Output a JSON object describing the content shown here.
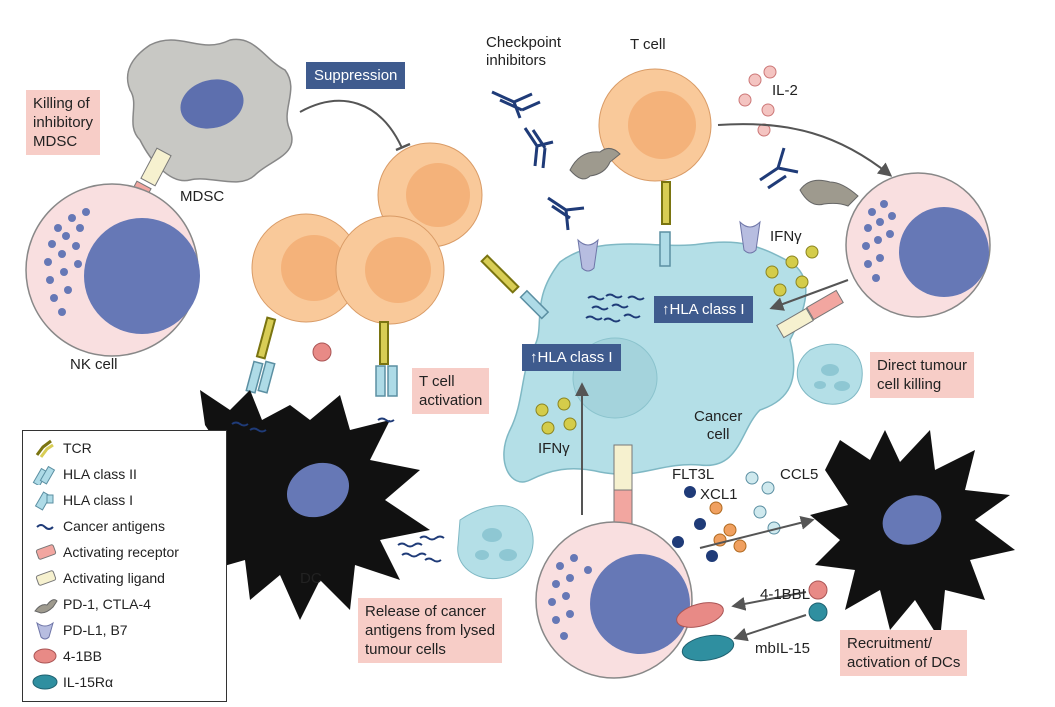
{
  "colors": {
    "cell_peach": "#f9c99a",
    "cell_core": "#f4b27a",
    "nk_bg": "#f9dfe0",
    "nk_nucleus": "#6678b6",
    "cancer_cyan": "#b4dfe7",
    "navy": "#3f5b8e",
    "pink_box": "#f7cdc7",
    "dark_blue": "#1f3b78",
    "dc_black": "#111111",
    "mdsc_gray": "#c8c8c4"
  },
  "labels": {
    "checkpoint": "Checkpoint\ninhibitors",
    "t_cell": "T cell",
    "il2": "IL-2",
    "mdsc": "MDSC",
    "nk_cell": "NK cell",
    "dc": "DC",
    "cancer_cell": "Cancer\ncell",
    "ifng_top": "IFNγ",
    "ifng_bottom": "IFNγ",
    "flt3l": "FLT3L",
    "xcl1": "XCL1",
    "ccl5": "CCL5",
    "l41bbl": "4-1BBL",
    "mbil15": "mbIL-15"
  },
  "boxes": {
    "killing": "Killing of\ninhibitory\nMDSC",
    "suppression": "Suppression",
    "t_activation": "T cell\nactivation",
    "hla_right": "↑HLA class I",
    "hla_left": "↑HLA class I",
    "direct_killing": "Direct tumour\ncell killing",
    "release": "Release of cancer\nantigens from lysed\ntumour cells",
    "recruitment": "Recruitment/\nactivation of DCs"
  },
  "legend": [
    {
      "icon": "tcr-icon",
      "label": "TCR"
    },
    {
      "icon": "hla-class-ii-icon",
      "label": "HLA class II"
    },
    {
      "icon": "hla-class-i-icon",
      "label": "HLA class I"
    },
    {
      "icon": "cancer-antigen-icon",
      "label": "Cancer antigens"
    },
    {
      "icon": "activating-receptor-icon",
      "label": "Activating receptor"
    },
    {
      "icon": "activating-ligand-icon",
      "label": "Activating ligand"
    },
    {
      "icon": "pd1-ctla4-icon",
      "label": "PD-1, CTLA-4"
    },
    {
      "icon": "pdl1-b7-icon",
      "label": "PD-L1, B7"
    },
    {
      "icon": "4-1bb-icon",
      "label": "4-1BB"
    },
    {
      "icon": "il15ra-icon",
      "label": "IL-15Rα"
    }
  ]
}
